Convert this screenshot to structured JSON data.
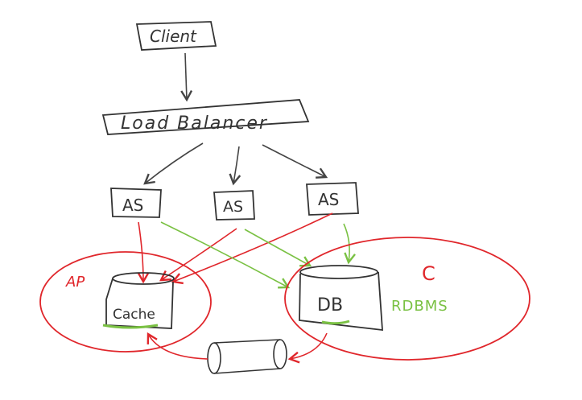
{
  "nodes": {
    "client": "Client",
    "load_balancer": "Load Balancer",
    "app_server_1": "AS",
    "app_server_2": "AS",
    "app_server_3": "AS",
    "cache": "Cache",
    "db": "DB"
  },
  "annotations": {
    "ap": "AP",
    "c": "C",
    "rdbms": "RDBMS"
  },
  "colors": {
    "ink": "#333333",
    "red": "#e0262b",
    "green": "#7ac143"
  }
}
